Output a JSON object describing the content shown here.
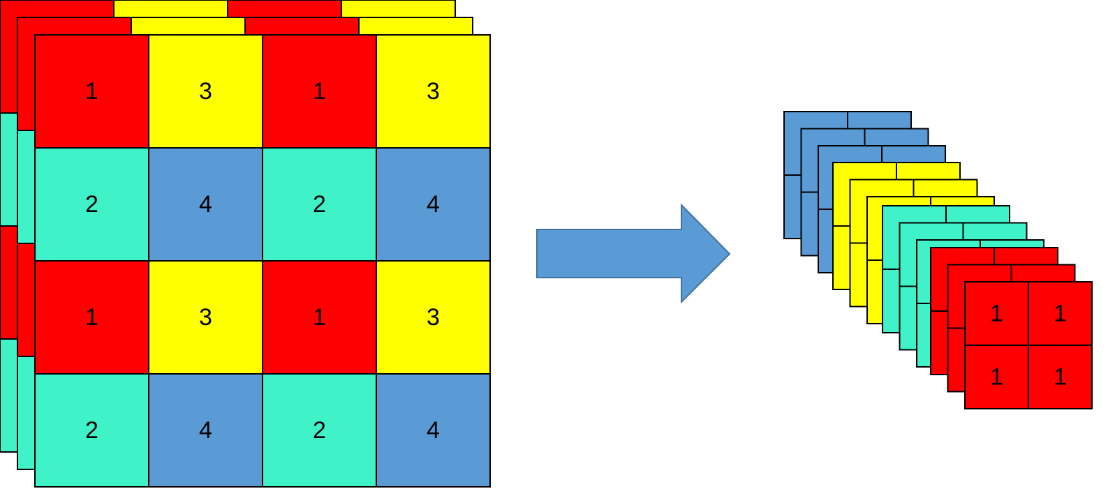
{
  "colors": {
    "red": "#ff0000",
    "yellow": "#ffff00",
    "teal": "#40f2c8",
    "blue": "#5b9bd5",
    "border": "#000000",
    "arrow_fill": "#5b9bd5",
    "arrow_stroke": "#41719c"
  },
  "input_grid": {
    "depth": 3,
    "rows": [
      [
        {
          "label": "1",
          "color": "red"
        },
        {
          "label": "3",
          "color": "yellow"
        },
        {
          "label": "1",
          "color": "red"
        },
        {
          "label": "3",
          "color": "yellow"
        }
      ],
      [
        {
          "label": "2",
          "color": "teal"
        },
        {
          "label": "4",
          "color": "blue"
        },
        {
          "label": "2",
          "color": "teal"
        },
        {
          "label": "4",
          "color": "blue"
        }
      ],
      [
        {
          "label": "1",
          "color": "red"
        },
        {
          "label": "3",
          "color": "yellow"
        },
        {
          "label": "1",
          "color": "red"
        },
        {
          "label": "3",
          "color": "yellow"
        }
      ],
      [
        {
          "label": "2",
          "color": "teal"
        },
        {
          "label": "4",
          "color": "blue"
        },
        {
          "label": "2",
          "color": "teal"
        },
        {
          "label": "4",
          "color": "blue"
        }
      ]
    ]
  },
  "arrow": {
    "icon": "right-arrow-icon",
    "color": "blue"
  },
  "output_stacks": [
    {
      "color": "blue",
      "layers": 3
    },
    {
      "color": "yellow",
      "layers": 3
    },
    {
      "color": "teal",
      "layers": 3
    },
    {
      "color": "red",
      "layers": 3,
      "front_labels": [
        "1",
        "1",
        "1",
        "1"
      ]
    }
  ]
}
